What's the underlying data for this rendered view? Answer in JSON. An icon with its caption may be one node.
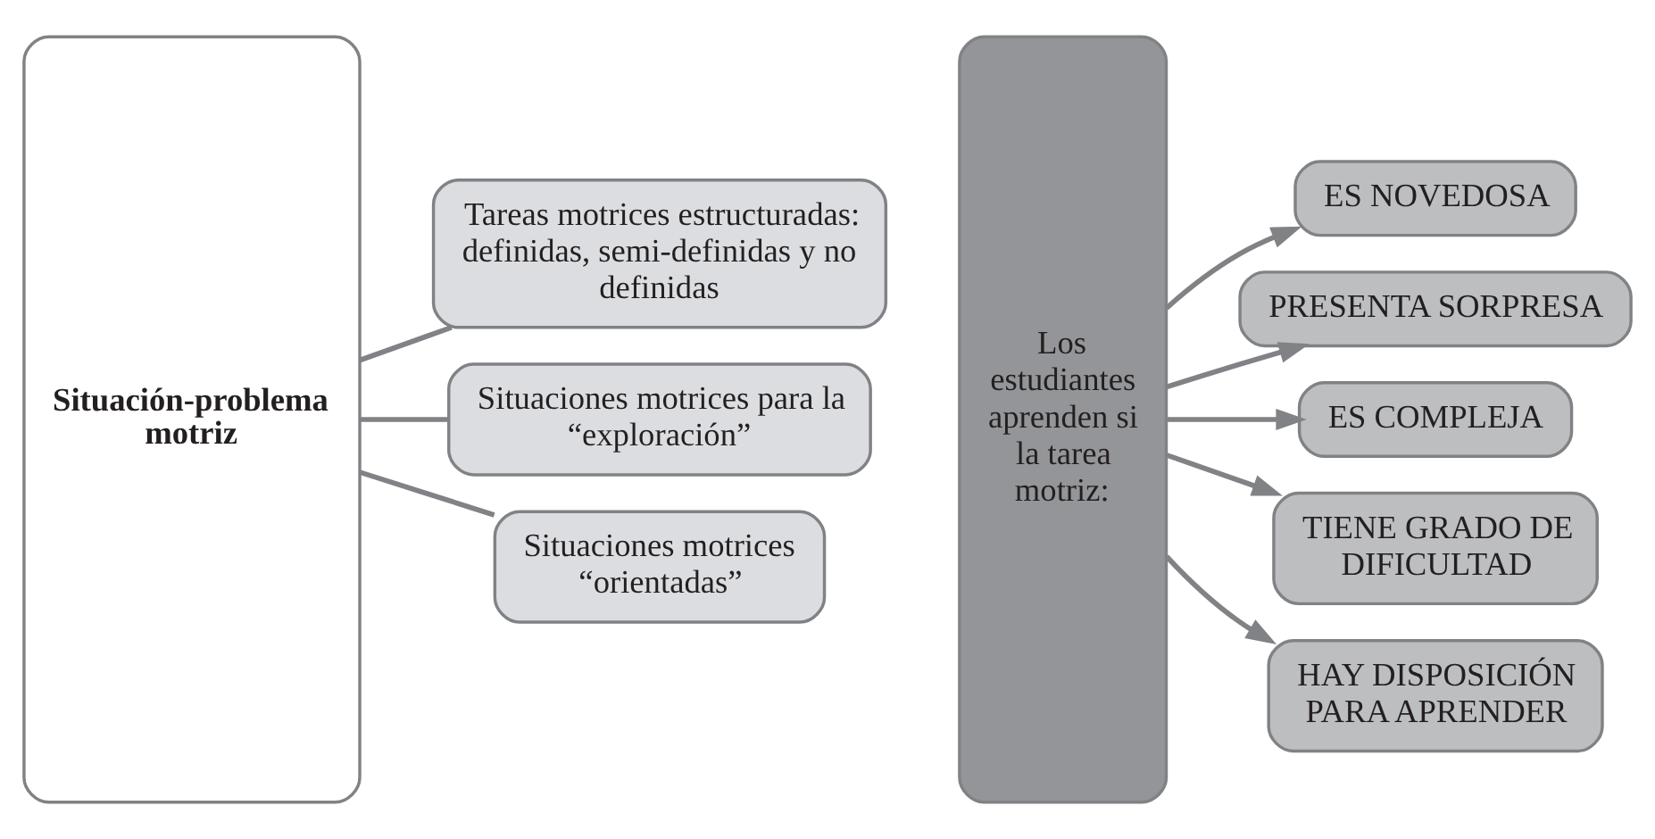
{
  "diagram": {
    "nodes": [
      {
        "text": [
          "Situación-problema motriz"
        ]
      },
      {
        "text": [
          "Tareas motrices estructuradas: definidas, semi-definidas y no definidas"
        ]
      },
      {
        "text": [
          "Situaciones motrices para la “exploración”"
        ]
      },
      {
        "text": [
          "Situaciones motrices “orientadas”"
        ]
      },
      {
        "text": [
          "Los estudiantes aprenden si la tarea motriz:"
        ]
      },
      {
        "text": [
          "ES NOVEDOSA"
        ]
      },
      {
        "text": [
          "PRESENTA SORPRESA"
        ]
      },
      {
        "text": [
          "ES COMPLEJA"
        ]
      },
      {
        "text": [
          "TIENE GRADO DE DIFICULTAD"
        ]
      },
      {
        "text": [
          "HAY DISPOSICIÓN PARA APRENDER"
        ]
      }
    ],
    "edges": [
      {
        "from": 0,
        "to": 1,
        "arrow": "none"
      },
      {
        "from": 0,
        "to": 2,
        "arrow": "none"
      },
      {
        "from": 0,
        "to": 3,
        "arrow": "none"
      },
      {
        "from": 4,
        "to": 5,
        "arrow": "to"
      },
      {
        "from": 4,
        "to": 6,
        "arrow": "to"
      },
      {
        "from": 4,
        "to": 7,
        "arrow": "to"
      },
      {
        "from": 4,
        "to": 8,
        "arrow": "to"
      },
      {
        "from": 4,
        "to": 9,
        "arrow": "to"
      }
    ]
  }
}
